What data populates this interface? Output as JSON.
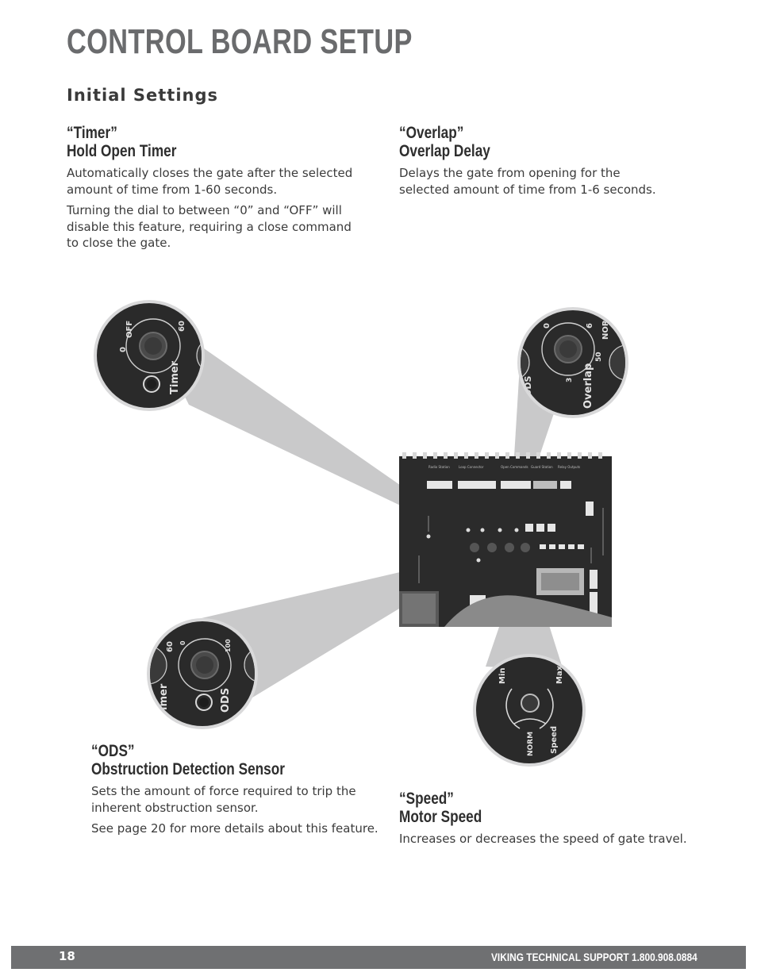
{
  "page": {
    "title": "CONTROL BOARD SETUP",
    "subtitle": "Initial Settings"
  },
  "sections": {
    "timer": {
      "heading_quote": "“Timer”",
      "heading_name": "Hold Open Timer",
      "paragraphs": [
        "Automatically closes the gate after the selected amount of time from 1-60 seconds.",
        "Turning the dial to between “0” and “OFF” will disable this feature, requiring a close command to close the gate."
      ]
    },
    "overlap": {
      "heading_quote": "“Overlap”",
      "heading_name": "Overlap Delay",
      "paragraphs": [
        "Delays the gate from opening for the selected amount of time from 1-6 seconds."
      ]
    },
    "ods": {
      "heading_quote": "“ODS”",
      "heading_name": "Obstruction Detection Sensor",
      "paragraphs": [
        "Sets the amount of force required to trip the inherent obstruction sensor.",
        "See page 20 for more details about this feature."
      ]
    },
    "speed": {
      "heading_quote": "“Speed”",
      "heading_name": "Motor Speed",
      "paragraphs": [
        "Increases or decreases the speed of gate travel."
      ]
    }
  },
  "dials": {
    "timer": {
      "label": "Timer",
      "off": "OFF",
      "zero": "0",
      "max": "60"
    },
    "overlap": {
      "label": "Overlap",
      "zero": "0",
      "max": "6",
      "mid": "3",
      "side_left": "ODS",
      "side_right": "NORM",
      "side_num": "50"
    },
    "ods": {
      "label": "ODS",
      "zero": "0",
      "max": "100",
      "left_num": "60",
      "side_left": "imer"
    },
    "speed": {
      "label": "Speed",
      "min": "Min",
      "max": "Max",
      "norm": "NORM"
    }
  },
  "board": {
    "header_labels": [
      "Radio Station",
      "Loop Connector",
      "Open Commands",
      "Guard Station",
      "Relay Outputs"
    ]
  },
  "footer": {
    "page_number": "18",
    "support": "VIKING TECHNICAL SUPPORT 1.800.908.0884"
  },
  "colors": {
    "title_gray": "#6a6b6d",
    "footer_bar": "#6f7072",
    "beam_gray": "#c9c9ca",
    "board_dark": "#2b2b2b"
  }
}
